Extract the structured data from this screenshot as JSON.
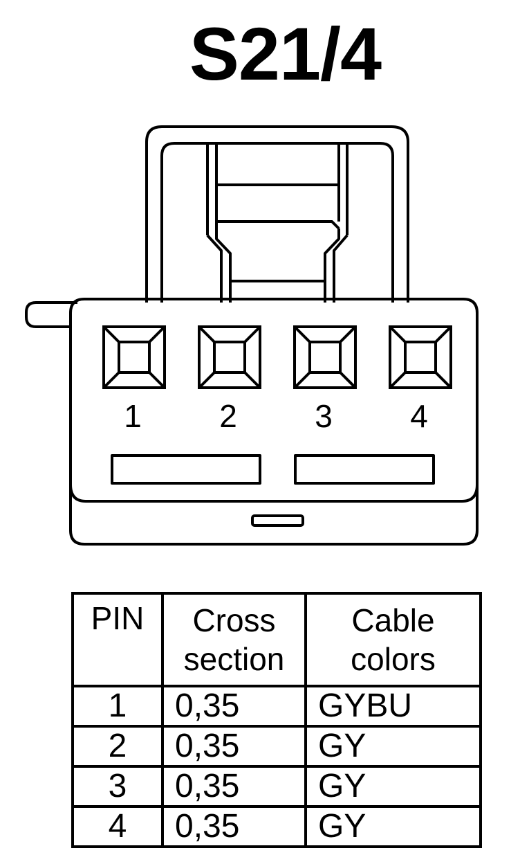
{
  "title": "S21/4",
  "pins": [
    "1",
    "2",
    "3",
    "4"
  ],
  "table": {
    "header_pin": "PIN",
    "header_cross_line1": "Cross",
    "header_cross_line2": "section",
    "header_cable_line1": "Cable",
    "header_cable_line2": "colors",
    "rows": [
      {
        "pin": "1",
        "cross_section": "0,35",
        "cable_color": "GYBU"
      },
      {
        "pin": "2",
        "cross_section": "0,35",
        "cable_color": "GY"
      },
      {
        "pin": "3",
        "cross_section": "0,35",
        "cable_color": "GY"
      },
      {
        "pin": "4",
        "cross_section": "0,35",
        "cable_color": "GY"
      }
    ]
  }
}
